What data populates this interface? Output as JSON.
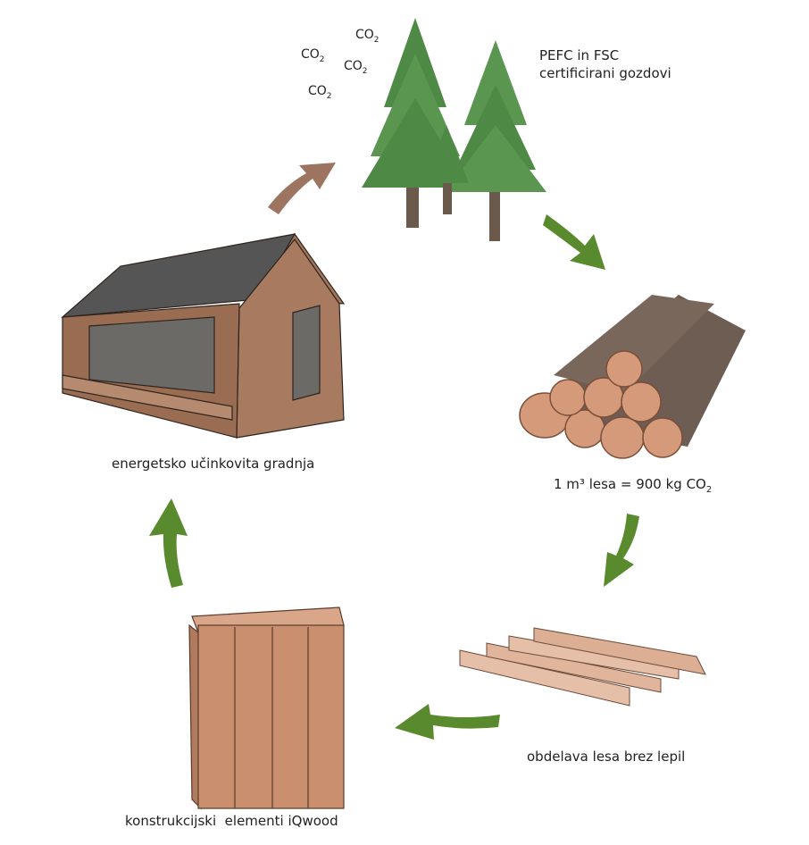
{
  "co2_labels": [
    "CO",
    "CO",
    "CO",
    "CO"
  ],
  "co2_subscript": "2",
  "forest_label_line1": "PEFC in FSC",
  "forest_label_line2": "certificirani gozdovi",
  "logs_label": "1 m³ lesa = 900 kg CO",
  "logs_label_sub": "2",
  "processing_label": "obdelava lesa brez lepil",
  "elements_label": "konstrukcijski  elementi iQwood",
  "building_label": "energetsko učinkovita gradnja",
  "colors": {
    "arrow_green": "#5a8a2e",
    "arrow_brown": "#9c7460",
    "wood": "#c98f6e",
    "tree": "#4e8a45",
    "roof": "#4a4a4a"
  }
}
